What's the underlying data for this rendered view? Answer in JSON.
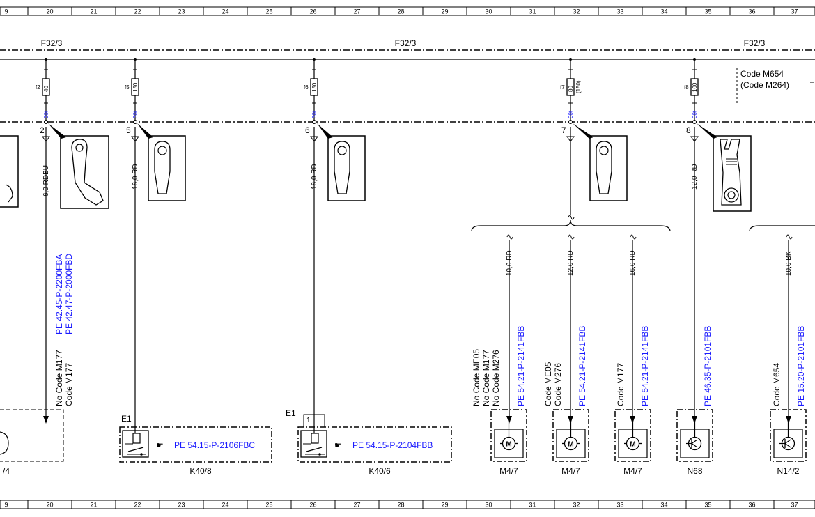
{
  "grid": {
    "columns": [
      "9",
      "20",
      "21",
      "22",
      "23",
      "24",
      "25",
      "26",
      "27",
      "28",
      "29",
      "30",
      "31",
      "32",
      "33",
      "34",
      "35",
      "36",
      "37"
    ]
  },
  "bus": {
    "labels": [
      "F32/3",
      "F32/3",
      "F32/3"
    ],
    "code_note": [
      "Code M654",
      "(Code M264)"
    ]
  },
  "fuses": [
    {
      "id": "f2",
      "rating": "40",
      "terminal": "30t"
    },
    {
      "id": "f5",
      "rating": "150",
      "terminal": "30t"
    },
    {
      "id": "f6",
      "rating": "150",
      "terminal": "30t"
    },
    {
      "id": "f7",
      "rating": "80",
      "extra": "(150)",
      "terminal": "30t"
    },
    {
      "id": "f8",
      "rating": "100",
      "terminal": "30t"
    }
  ],
  "pins": [
    "2",
    "5",
    "6",
    "7",
    "8"
  ],
  "wires": {
    "w1": "6,0 RDBU",
    "w2": "16,0 RD",
    "w3": "16,0 RD",
    "w4": "12,0 RD",
    "b1": "10,0 RD",
    "b2": "12,0 RD",
    "b3": "16,0 RD",
    "w9": "10,0 BK"
  },
  "notes": {
    "n1a": "No Code M177",
    "n1b": "Code M177",
    "p1a": "PE 42.45-P-2200FBA",
    "p1b": "PE 42.47-P-2000FBD",
    "m47a_c1": "No Code ME05",
    "m47a_c2": "No Code M177",
    "m47a_c3": "No Code M276",
    "m47b_c1": "Code ME05",
    "m47b_c2": "Code M276",
    "m47c_c1": "Code M177",
    "pe_m47": "PE 54.21-P-2141FBB",
    "pe_n68": "PE 46.35-P-2101FBB",
    "n142_c1": "Code M654",
    "pe_n142": "PE 15.20-P-2101FBB"
  },
  "components": {
    "k408": {
      "ref": "PE 54.15-P-2106FBC",
      "label": "K40/8",
      "ground": "E1"
    },
    "k406": {
      "ref": "PE 54.15-P-2104FBB",
      "label": "K40/6",
      "ground": "E1",
      "pin": "1"
    },
    "m47": "M4/7",
    "n68": "N68",
    "n142": "N14/2",
    "left_partial": "/4"
  }
}
